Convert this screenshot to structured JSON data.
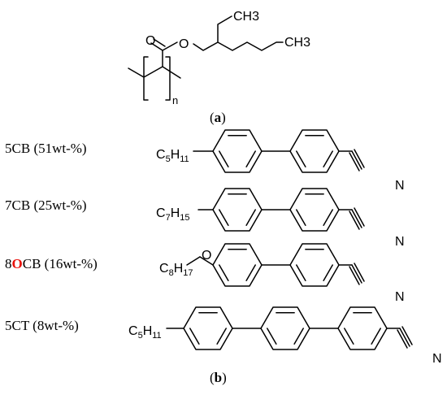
{
  "polymer": {
    "atoms": {
      "o1": "O",
      "o2": "O",
      "ch3_top": "CH3",
      "ch3_right": "CH3"
    },
    "repeat_index": "n",
    "panel_label": {
      "open": "(",
      "letter": "a",
      "close": ")"
    }
  },
  "mixture": {
    "components": [
      {
        "name_prefix": "5CB",
        "name_highlight": "",
        "name_suffix": " (51wt-%)",
        "substituent": "C",
        "subscripts": [
          "5",
          "11"
        ],
        "nitrile_atom": "N"
      },
      {
        "name_prefix": "7CB",
        "name_highlight": "",
        "name_suffix": " (25wt-%)",
        "substituent": "C",
        "subscripts": [
          "7",
          "15"
        ],
        "nitrile_atom": "N"
      },
      {
        "name_prefix": "8",
        "name_highlight": "O",
        "name_suffix": "CB (16wt-%)",
        "substituent": "C",
        "subscripts": [
          "8",
          "17"
        ],
        "ether_atom": "O",
        "nitrile_atom": "N"
      },
      {
        "name_prefix": "5CT",
        "name_highlight": "",
        "name_suffix": " (8wt-%)",
        "substituent": "C",
        "subscripts": [
          "5",
          "11"
        ],
        "nitrile_atom": "N"
      }
    ],
    "highlight_color": "#e8120c",
    "panel_label": {
      "open": "(",
      "letter": "b",
      "close": ")"
    }
  }
}
